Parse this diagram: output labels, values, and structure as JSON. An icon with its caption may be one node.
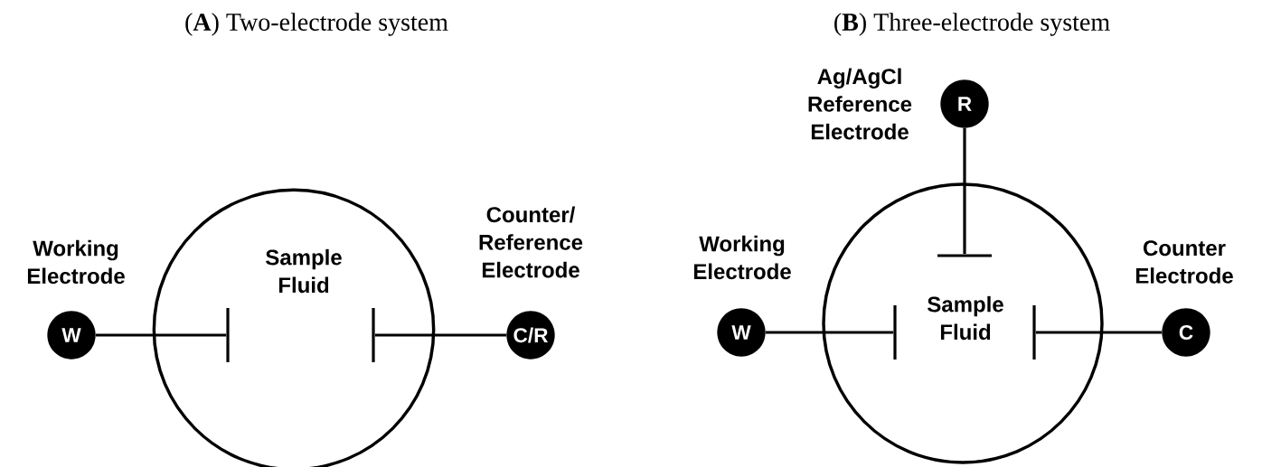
{
  "diagram": {
    "nodes": [
      {
        "text": [
          "Sample Fluid"
        ]
      },
      {
        "text": [],
        "shape": "bar",
        "in": 0
      },
      {
        "text": [],
        "shape": "bar",
        "in": 0
      },
      {
        "text": [
          "W"
        ],
        "beside": [
          "Working Electrode"
        ]
      },
      {
        "text": [
          "C/R"
        ],
        "beside": [
          "Counter/ Reference Electrode"
        ]
      },
      {
        "text": [
          "Sample Fluid"
        ]
      },
      {
        "text": [],
        "shape": "bar",
        "in": 5
      },
      {
        "text": [],
        "shape": "bar",
        "in": 5
      },
      {
        "text": [],
        "shape": "bar",
        "in": 5
      },
      {
        "text": [
          "R"
        ],
        "beside": [
          "Ag/AgCl Reference Electrode"
        ]
      },
      {
        "text": [
          "W"
        ],
        "beside": [
          "Working Electrode"
        ]
      },
      {
        "text": [
          "C"
        ],
        "beside": [
          "Counter Electrode"
        ]
      }
    ],
    "edges": [
      {
        "from": 3,
        "to": 1,
        "arrow": "none"
      },
      {
        "from": 4,
        "to": 2,
        "arrow": "none"
      },
      {
        "from": 9,
        "to": 6,
        "arrow": "none"
      },
      {
        "from": 10,
        "to": 7,
        "arrow": "none"
      },
      {
        "from": 11,
        "to": 8,
        "arrow": "none"
      }
    ],
    "labels": [
      "(**A**) Two-electrode system",
      "(**B**) Three-electrode system"
    ]
  }
}
